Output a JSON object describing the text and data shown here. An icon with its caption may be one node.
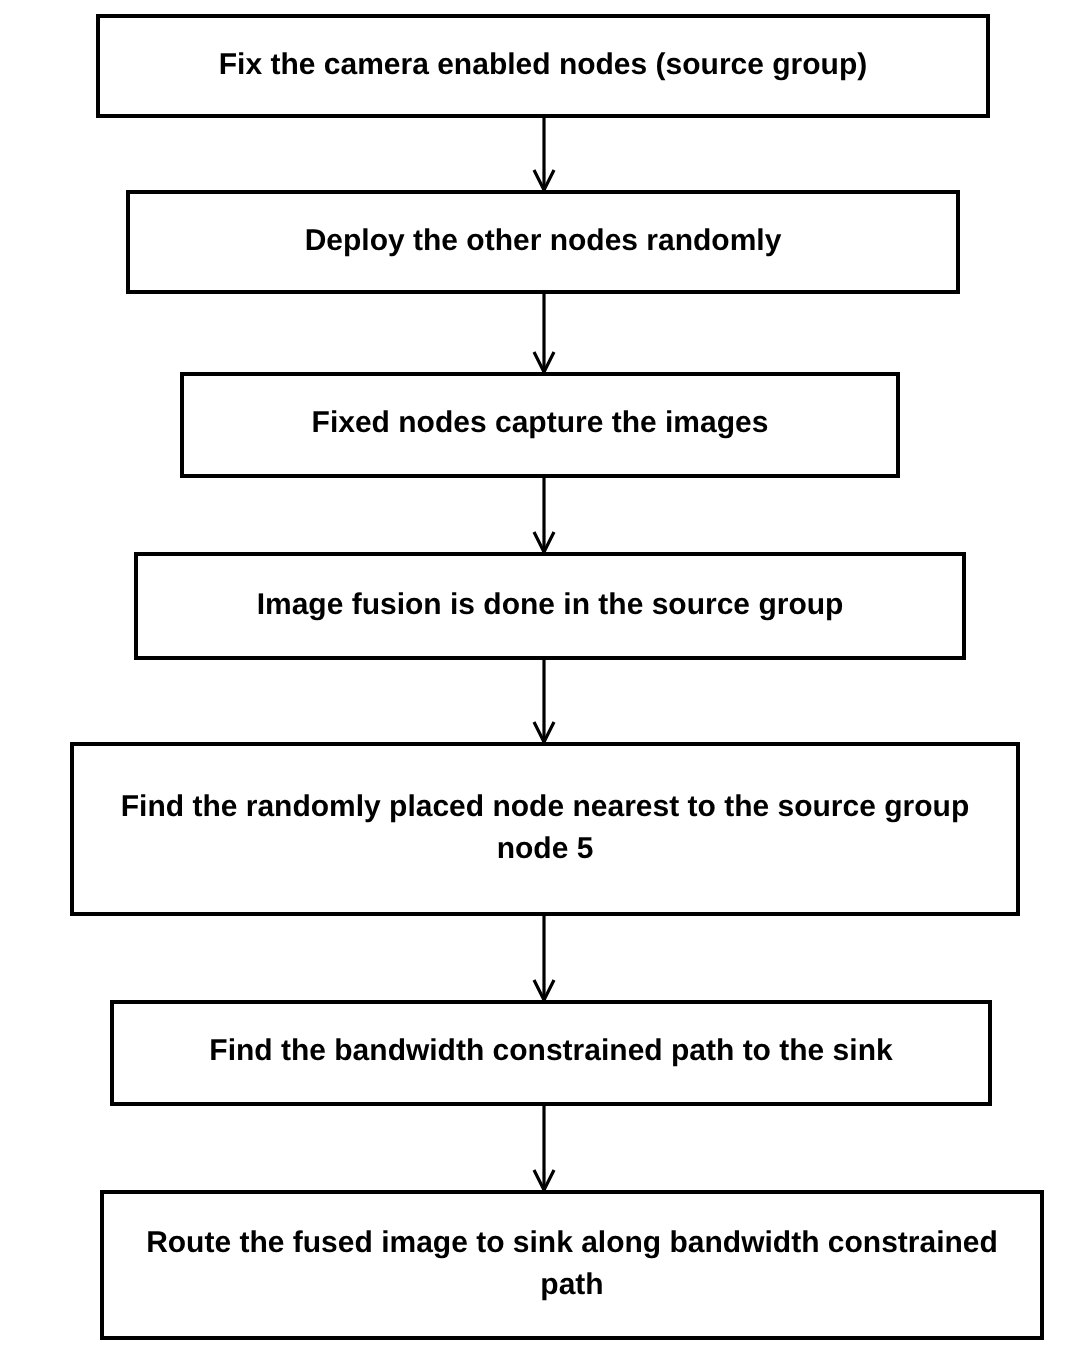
{
  "diagram": {
    "nodes": [
      {
        "text": [
          "Fix the camera enabled nodes (source group)"
        ]
      },
      {
        "text": [
          "Deploy the other nodes randomly"
        ]
      },
      {
        "text": [
          "Fixed nodes capture the images"
        ]
      },
      {
        "text": [
          "Image fusion is done in the source group"
        ]
      },
      {
        "text": [
          "Find the randomly placed node nearest to the source group node 5"
        ]
      },
      {
        "text": [
          "Find the bandwidth constrained path to the sink"
        ]
      },
      {
        "text": [
          "Route the fused image to sink along bandwidth constrained path"
        ]
      }
    ],
    "edges": [
      {
        "from": 0,
        "to": 1,
        "arrow": "to"
      },
      {
        "from": 1,
        "to": 2,
        "arrow": "to"
      },
      {
        "from": 2,
        "to": 3,
        "arrow": "to"
      },
      {
        "from": 3,
        "to": 4,
        "arrow": "to"
      },
      {
        "from": 4,
        "to": 5,
        "arrow": "to"
      },
      {
        "from": 5,
        "to": 6,
        "arrow": "to"
      }
    ]
  }
}
